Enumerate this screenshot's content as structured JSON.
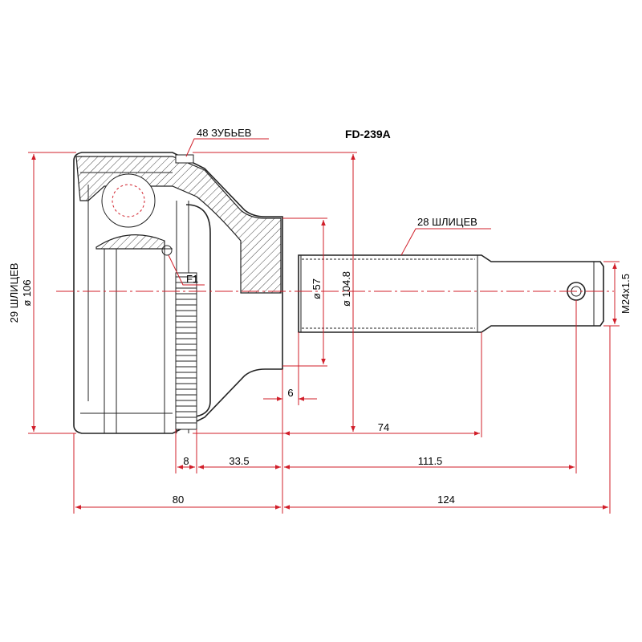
{
  "title": "FD-239A",
  "labels": {
    "teeth": "48 ЗУБЬЕВ",
    "outer_splines": "28 ШЛИЦЕВ",
    "inner_splines": "29 ШЛИЦЕВ",
    "inner_diameter": "ø 106",
    "flange_diameter": "ø 104.8",
    "shaft_diameter": "ø 57",
    "thread": "M24x1.5",
    "fastener": "F1"
  },
  "dimensions": {
    "d6": "6",
    "d74": "74",
    "d8": "8",
    "d33_5": "33.5",
    "d111_5": "111.5",
    "d80": "80",
    "d124": "124"
  },
  "colors": {
    "dimension_lines": "#d11f2a",
    "outline": "#222222"
  }
}
